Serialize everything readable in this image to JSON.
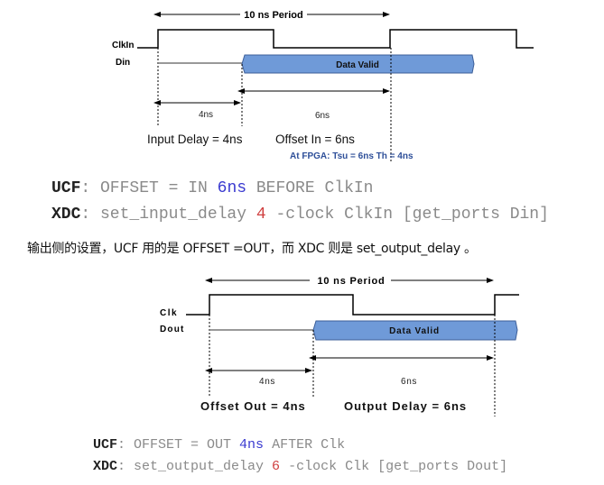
{
  "diagram_input": {
    "period_label": "10 ns Period",
    "clock_label": "ClkIn",
    "data_label": "Din",
    "data_valid_label": "Data Valid",
    "delay_left_label": "4ns",
    "delay_right_label": "6ns",
    "caption_left": "Input Delay = 4ns",
    "caption_right": "Offset In = 6ns",
    "fpga_note": "At FPGA: Tsu = 6ns Th = 4ns"
  },
  "code_input": {
    "ucf_key": "UCF",
    "ucf_pre": ": OFFSET = IN ",
    "ucf_value": "6ns",
    "ucf_post": " BEFORE ClkIn",
    "xdc_key": "XDC",
    "xdc_pre": ": set_input_delay ",
    "xdc_value": "4",
    "xdc_post": " -clock ClkIn [get_ports Din]"
  },
  "paragraph": "输出侧的设置，UCF 用的是 OFFSET =OUT，而 XDC 则是 set_output_delay 。",
  "diagram_output": {
    "period_label": "10 ns Period",
    "clock_label": "Clk",
    "data_label": "Dout",
    "data_valid_label": "Data Valid",
    "delay_left_label": "4ns",
    "delay_right_label": "6ns",
    "caption_left": "Offset Out = 4ns",
    "caption_right": "Output Delay = 6ns"
  },
  "code_output": {
    "ucf_key": "UCF",
    "ucf_pre": ": OFFSET = OUT ",
    "ucf_value": "4ns",
    "ucf_post": " AFTER Clk",
    "xdc_key": "XDC",
    "xdc_pre": ": set_output_delay ",
    "xdc_value": "6",
    "xdc_post": " -clock Clk [get_ports Dout]"
  },
  "colors": {
    "data_valid_fill": "#6f9ad8",
    "data_valid_stroke": "#3d5f99",
    "note_blue": "#2e4f99",
    "code_blue": "#3a3ad0",
    "code_red": "#d04040"
  }
}
